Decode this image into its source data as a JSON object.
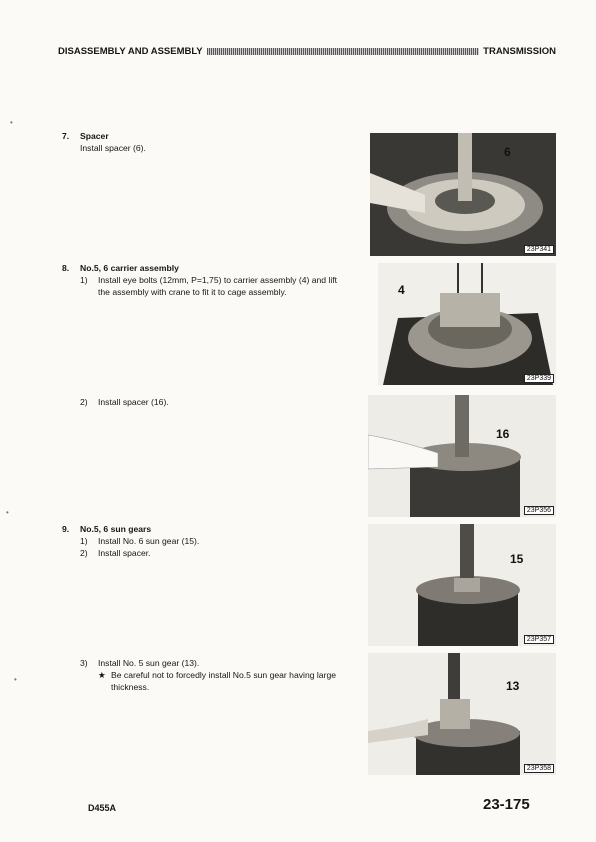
{
  "header": {
    "left": "DISASSEMBLY AND ASSEMBLY",
    "right": "TRANSMISSION"
  },
  "steps": [
    {
      "num": "7.",
      "title": "Spacer",
      "subs": [
        {
          "num": "",
          "text": "Install spacer (6)."
        }
      ]
    },
    {
      "num": "8.",
      "title": "No.5, 6 carrier assembly",
      "subs": [
        {
          "num": "1)",
          "text": "Install eye bolts (12mm, P=1,75) to carrier assembly (4) and lift the assembly with crane to fit it to cage assembly."
        },
        {
          "num": "2)",
          "text": "Install spacer (16)."
        }
      ]
    },
    {
      "num": "9.",
      "title": "No.5, 6 sun gears",
      "subs": [
        {
          "num": "1)",
          "text": "Install No. 6 sun gear (15)."
        },
        {
          "num": "2)",
          "text": "Install spacer."
        },
        {
          "num": "3)",
          "text": "Install No. 5 sun gear (13)."
        }
      ],
      "note": {
        "symbol": "★",
        "text": "Be careful not to forcedly install No.5 sun gear having large thickness."
      }
    }
  ],
  "photos": [
    {
      "code": "23P341",
      "callout": "6"
    },
    {
      "code": "23P339",
      "callout": "4"
    },
    {
      "code": "23P356",
      "callout": "16"
    },
    {
      "code": "23P357",
      "callout": "15"
    },
    {
      "code": "23P358",
      "callout": "13"
    }
  ],
  "footer": {
    "model": "D455A",
    "page": "23-175"
  }
}
